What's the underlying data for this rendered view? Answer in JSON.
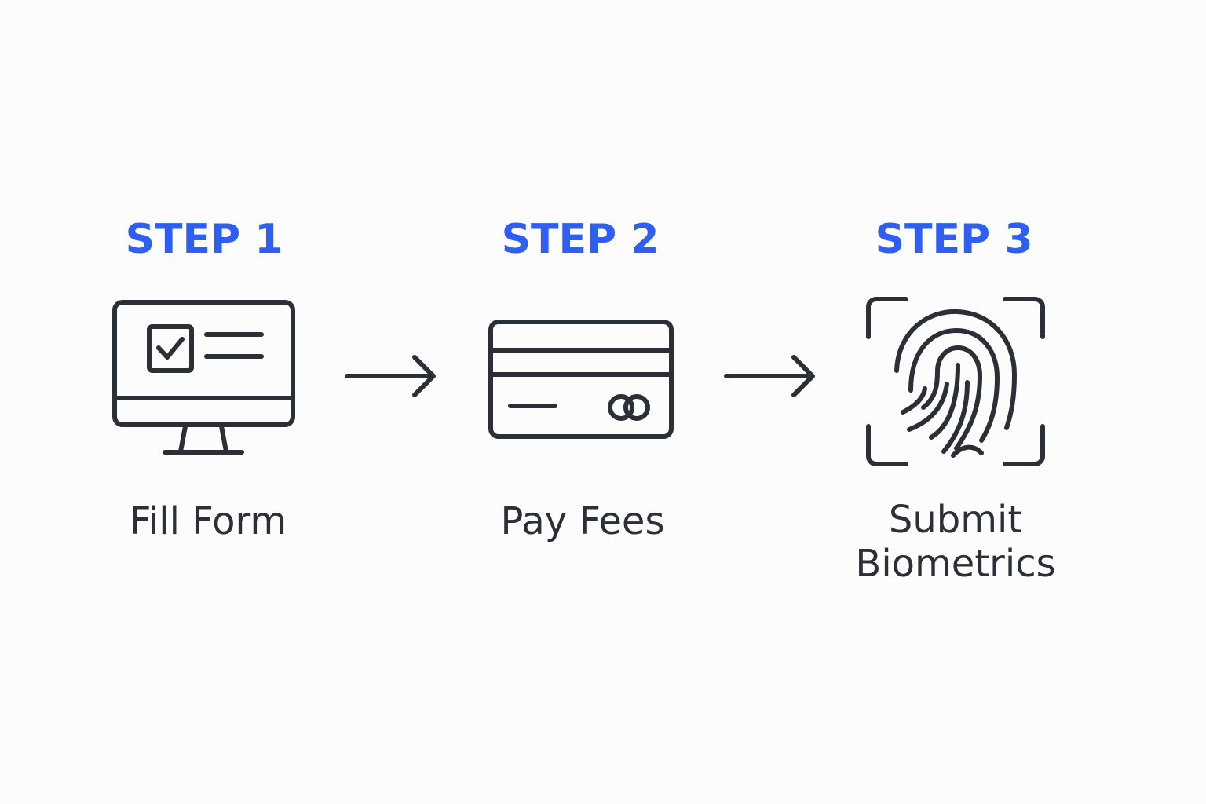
{
  "steps": [
    {
      "title": "STEP 1",
      "label": "Fill Form",
      "icon": "computer-form-icon"
    },
    {
      "title": "STEP 2",
      "label": "Pay Fees",
      "icon": "credit-card-icon"
    },
    {
      "title": "STEP 3",
      "label_line1": "Submit",
      "label_line2": "Biometrics",
      "icon": "fingerprint-scan-icon"
    }
  ],
  "colors": {
    "accent": "#2f5ff0",
    "ink": "#2b2f36",
    "background": "#fcfcfc"
  }
}
